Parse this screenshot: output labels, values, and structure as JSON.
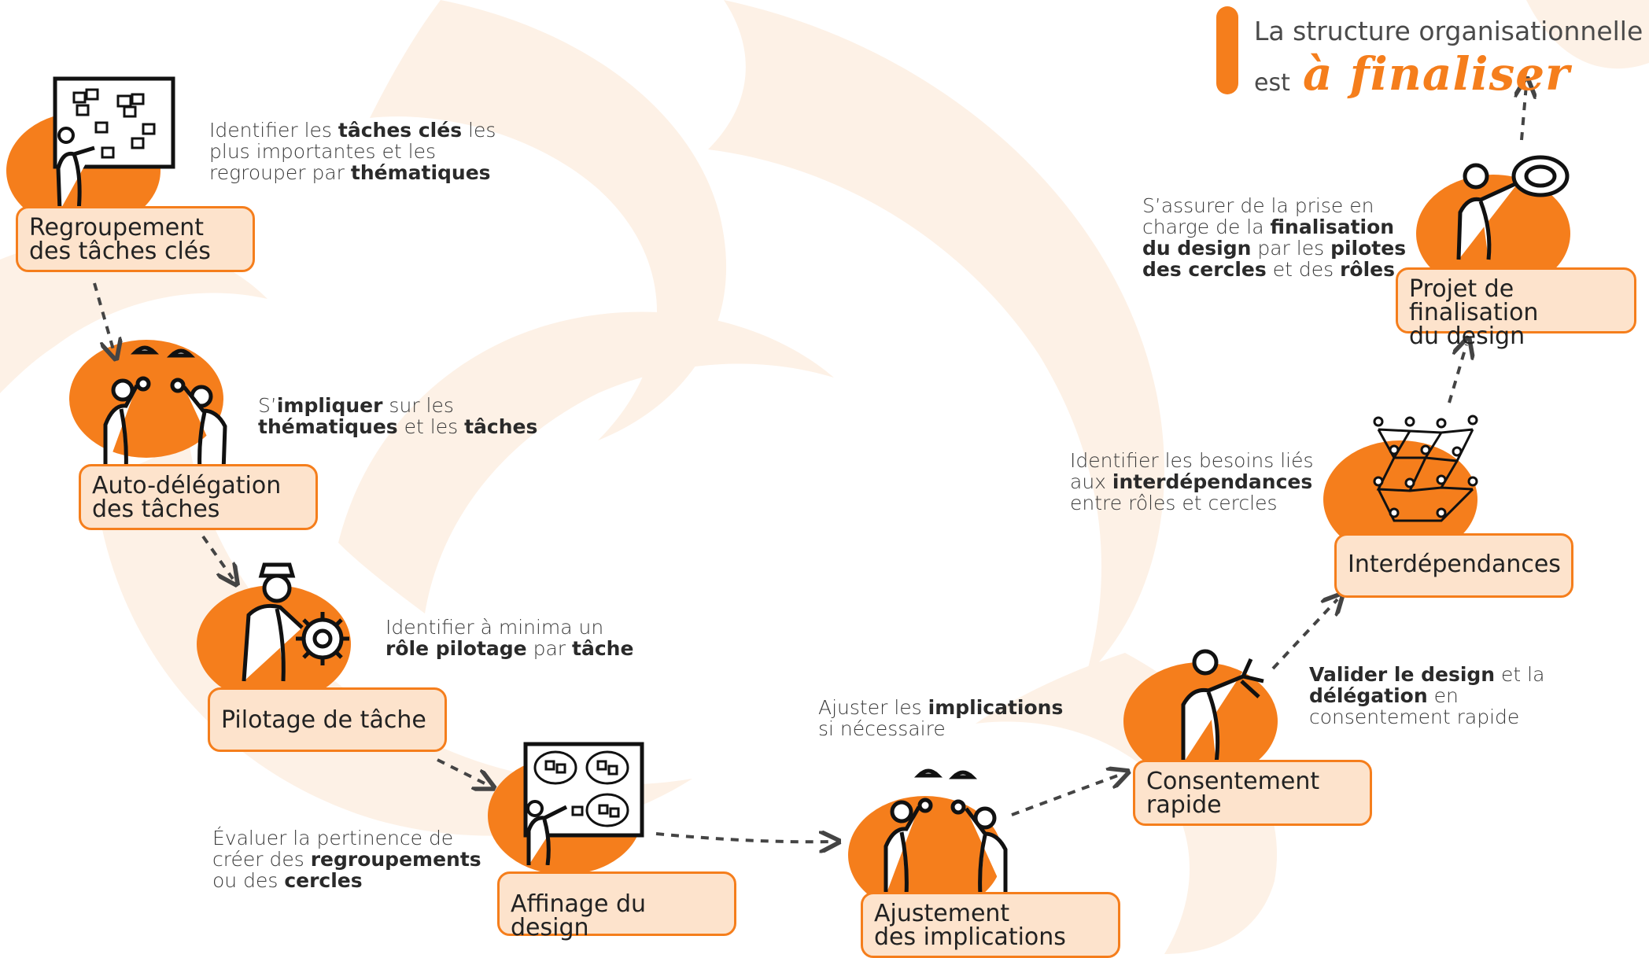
{
  "header": {
    "line1": "La structure organisationnelle",
    "est": "est",
    "accent": "à finaliser"
  },
  "colors": {
    "accent": "#f57e1c",
    "box_fill": "#fde3cc",
    "text": "#2b2b2b"
  },
  "steps": [
    {
      "label": "Regroupement\ndes tâches clés",
      "icon": "sticky-note-board-icon",
      "desc": [
        {
          "t": "Identifier les ",
          "b": false
        },
        {
          "t": "tâches clés",
          "b": true
        },
        {
          "t": " les\nplus importantes et les\nregrouper par ",
          "b": false
        },
        {
          "t": "thématiques",
          "b": true
        }
      ]
    },
    {
      "label": "Auto-délégation\ndes tâches",
      "icon": "people-with-hard-hats-icon",
      "desc": [
        {
          "t": "S’",
          "b": false
        },
        {
          "t": "impliquer",
          "b": true
        },
        {
          "t": " sur les\n",
          "b": false
        },
        {
          "t": "thématiques",
          "b": true
        },
        {
          "t": " et les ",
          "b": false
        },
        {
          "t": "tâches",
          "b": true
        }
      ]
    },
    {
      "label": "Pilotage de tâche",
      "icon": "pilot-with-helm-icon",
      "desc": [
        {
          "t": "Identifier à minima un\n",
          "b": false
        },
        {
          "t": "rôle pilotage",
          "b": true
        },
        {
          "t": " par ",
          "b": false
        },
        {
          "t": "tâche",
          "b": true
        }
      ]
    },
    {
      "label": "Affinage du design",
      "icon": "grouped-sticky-notes-board-icon",
      "desc": [
        {
          "t": "Évaluer la pertinence de\ncréer des ",
          "b": false
        },
        {
          "t": "regroupements",
          "b": true
        },
        {
          "t": "\nou des ",
          "b": false
        },
        {
          "t": "cercles",
          "b": true
        }
      ]
    },
    {
      "label": "Ajustement\ndes implications",
      "icon": "people-with-hard-hats-icon",
      "desc": [
        {
          "t": "Ajuster les ",
          "b": false
        },
        {
          "t": "implications",
          "b": true
        },
        {
          "t": "\nsi nécessaire",
          "b": false
        }
      ]
    },
    {
      "label": "Consentement\nrapide",
      "icon": "person-raising-hand-icon",
      "desc": [
        {
          "t": "Valider le ",
          "b": true
        },
        {
          "t": "design",
          "b": true
        },
        {
          "t": " et la\n",
          "b": false
        },
        {
          "t": "délégation",
          "b": true
        },
        {
          "t": " en\nconsentement rapide",
          "b": false
        }
      ]
    },
    {
      "label": "Interdépendances",
      "icon": "network-of-people-icon",
      "desc": [
        {
          "t": "Identifier les besoins liés\naux ",
          "b": false
        },
        {
          "t": "interdépendances",
          "b": true
        },
        {
          "t": "\nentre rôles et cercles",
          "b": false
        }
      ]
    },
    {
      "label": "Projet de finalisation\ndu design",
      "icon": "person-with-magnifier-icon",
      "desc": [
        {
          "t": "S’assurer de la prise en\ncharge de la ",
          "b": false
        },
        {
          "t": "finalisation\ndu design",
          "b": true
        },
        {
          "t": " par les ",
          "b": false
        },
        {
          "t": "pilotes\ndes cercles",
          "b": true
        },
        {
          "t": " et des ",
          "b": false
        },
        {
          "t": "rôles",
          "b": true
        }
      ]
    }
  ]
}
